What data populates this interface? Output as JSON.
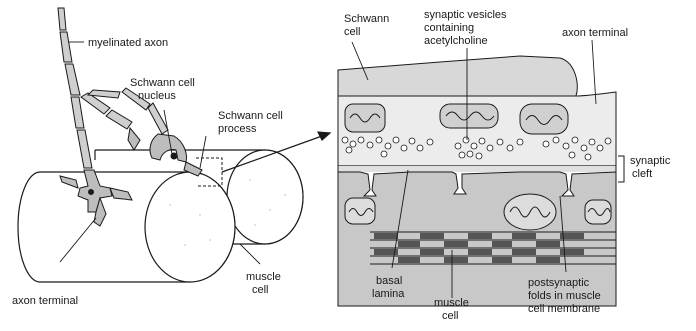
{
  "labels": {
    "myelinated_axon": "myelinated axon",
    "schwann_cell_nucleus": [
      "Schwann cell",
      "nucleus"
    ],
    "schwann_cell_process": [
      "Schwann cell",
      "process"
    ],
    "axon_terminal_left": "axon terminal",
    "muscle_cell_left": [
      "muscle",
      "cell"
    ],
    "schwann_cell_right": [
      "Schwann",
      "cell"
    ],
    "synaptic_vesicles": [
      "synaptic vesicles",
      "containing",
      "acetylcholine"
    ],
    "axon_terminal_right": "axon terminal",
    "synaptic_cleft": [
      "synaptic",
      "cleft"
    ],
    "basal_lamina": [
      "basal",
      "lamina"
    ],
    "muscle_cell_bottom": [
      "muscle",
      "cell"
    ],
    "postsynaptic_folds": [
      "postsynaptic",
      "folds in muscle",
      "cell membrane"
    ]
  },
  "colors": {
    "line": "#1a1a1a",
    "schwann_fill": "#d8d8d8",
    "axon_fill": "#ececec",
    "cleft_fill": "#e0e0e0",
    "muscle_fill": "#c8c8c8",
    "myelin_fill": "#cfcfcf"
  }
}
